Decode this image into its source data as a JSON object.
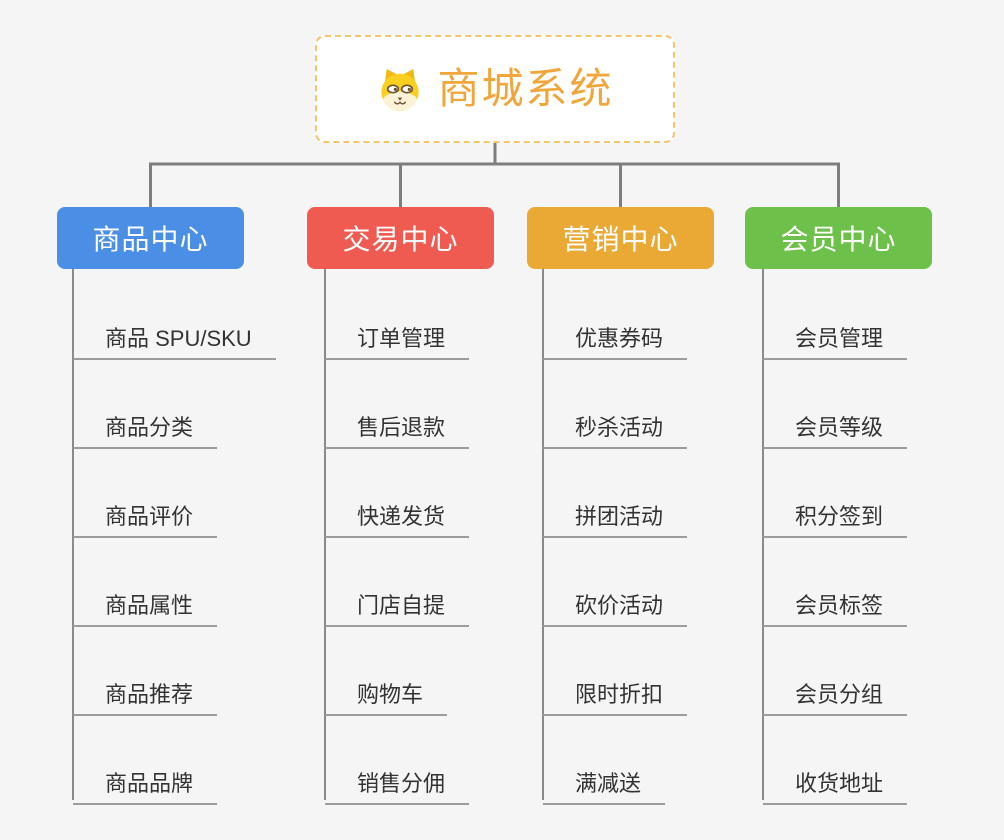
{
  "root": {
    "title": "商城系统",
    "icon": "dog-icon"
  },
  "branches": [
    {
      "label": "商品中心",
      "color": "#4A8EE6",
      "children": [
        "商品 SPU/SKU",
        "商品分类",
        "商品评价",
        "商品属性",
        "商品推荐",
        "商品品牌"
      ]
    },
    {
      "label": "交易中心",
      "color": "#EF5B51",
      "children": [
        "订单管理",
        "售后退款",
        "快递发货",
        "门店自提",
        "购物车",
        "销售分佣"
      ]
    },
    {
      "label": "营销中心",
      "color": "#EAA935",
      "children": [
        "优惠券码",
        "秒杀活动",
        "拼团活动",
        "砍价活动",
        "限时折扣",
        "满减送"
      ]
    },
    {
      "label": "会员中心",
      "color": "#6DC04A",
      "children": [
        "会员管理",
        "会员等级",
        "积分签到",
        "会员标签",
        "会员分组",
        "收货地址"
      ]
    }
  ],
  "colors": {
    "root_text": "#F0A63A",
    "root_border": "#F6C46E",
    "connector": "#7E7E7E",
    "trunk": "#8A8A8A",
    "child_line": "#9C9C9C",
    "child_text": "#333333",
    "background": "#F5F5F6"
  }
}
